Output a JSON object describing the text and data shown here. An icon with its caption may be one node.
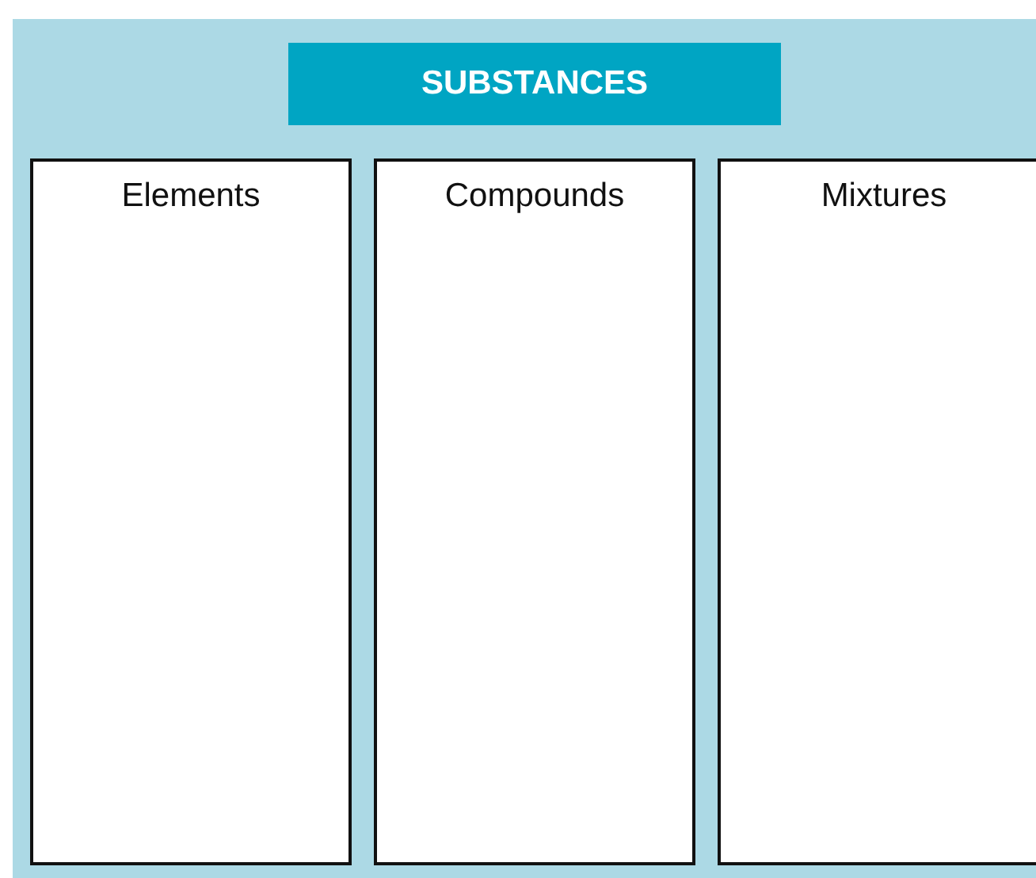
{
  "diagram": {
    "nodes": [
      {
        "text": [
          "SUBSTANCES"
        ]
      },
      {
        "text": [
          "Elements"
        ]
      },
      {
        "text": [
          "Compounds"
        ]
      },
      {
        "text": [
          "Mixtures"
        ]
      }
    ]
  }
}
